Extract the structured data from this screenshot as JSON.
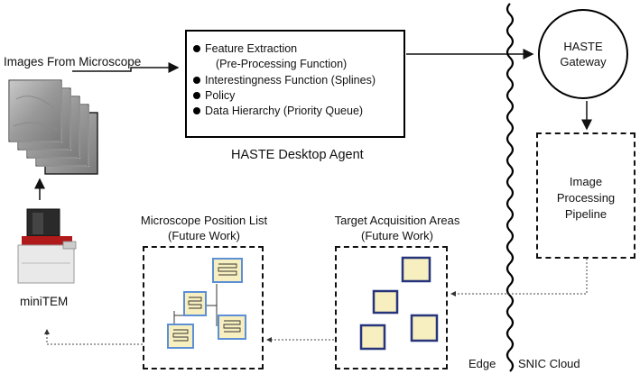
{
  "microscope_images": {
    "label": "Images From Microscope"
  },
  "minitem": {
    "label": "miniTEM"
  },
  "desktop_agent": {
    "title": "HASTE Desktop Agent",
    "items": [
      "Feature Extraction",
      "(Pre-Processing Function)",
      "Interestingness Function (Splines)",
      "Policy",
      "Data Hierarchy (Priority Queue)"
    ]
  },
  "gateway": {
    "line1": "HASTE",
    "line2": "Gateway"
  },
  "pipeline": {
    "line1": "Image",
    "line2": "Processing",
    "line3": "Pipeline"
  },
  "position_list": {
    "line1": "Microscope Position List",
    "line2": "(Future Work)"
  },
  "target_areas": {
    "line1": "Target Acquisition Areas",
    "line2": "(Future Work)"
  },
  "zones": {
    "edge": "Edge",
    "cloud": "SNIC Cloud"
  },
  "colors": {
    "tile_fill": "#f7efbf",
    "tile_border_dark": "#26347a",
    "tile_border_light": "#5b8fd6",
    "connector": "#333333"
  }
}
